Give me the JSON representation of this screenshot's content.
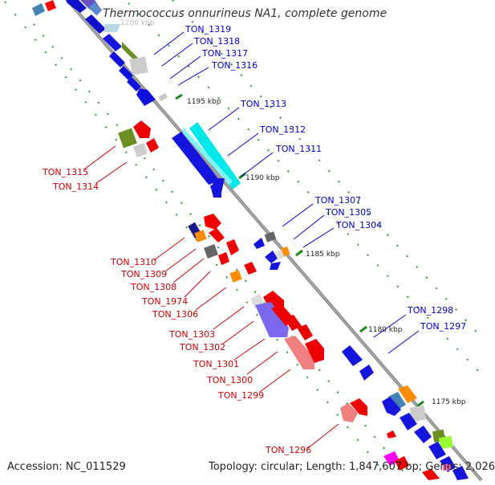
{
  "title": "Thermococcus onnurineus NA1, complete genome",
  "footer": {
    "accession": "Accession: NC_011529",
    "topology": "Topology: circular; Length: 1,847,607 bp; Genes: 2,026"
  },
  "scale_labels": [
    "1195 kbp",
    "1190 kbp",
    "1185 kbp",
    "1180 kbp",
    "1175 kbp"
  ],
  "colors": {
    "blue_label": "#0000cc",
    "red_label": "#cc0000",
    "backbone": "#777777",
    "tick": "#22aa22"
  },
  "forward_labels": [
    "TON_1319",
    "TON_1318",
    "TON_1317",
    "TON_1316",
    "TON_1313",
    "TON_1312",
    "TON_1311",
    "TON_1307",
    "TON_1305",
    "TON_1304",
    "TON_1298",
    "TON_1297"
  ],
  "reverse_labels": [
    "TON_1315",
    "TON_1314",
    "TON_1310",
    "TON_1309",
    "TON_1308",
    "TON_1974",
    "TON_1306",
    "TON_1303",
    "TON_1302",
    "TON_1301",
    "TON_1300",
    "TON_1299",
    "TON_1296"
  ]
}
